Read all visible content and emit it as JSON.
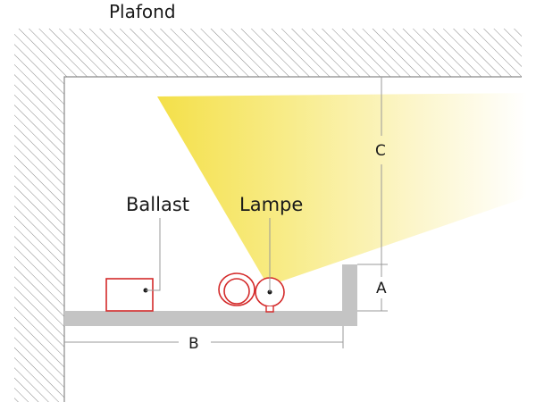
{
  "labels": {
    "ceiling": "Plafond",
    "ballast": "Ballast",
    "lamp": "Lampe",
    "dim_a": "A",
    "dim_b": "B",
    "dim_c": "C"
  },
  "colors": {
    "hatch": "#8a8a8a",
    "profile": "#c4c4c4",
    "outline_red": "#d42a2a",
    "dim_line": "#999999",
    "light_start": "#f4e04a",
    "light_end": "#ffffff",
    "text": "#1a1a1a"
  }
}
